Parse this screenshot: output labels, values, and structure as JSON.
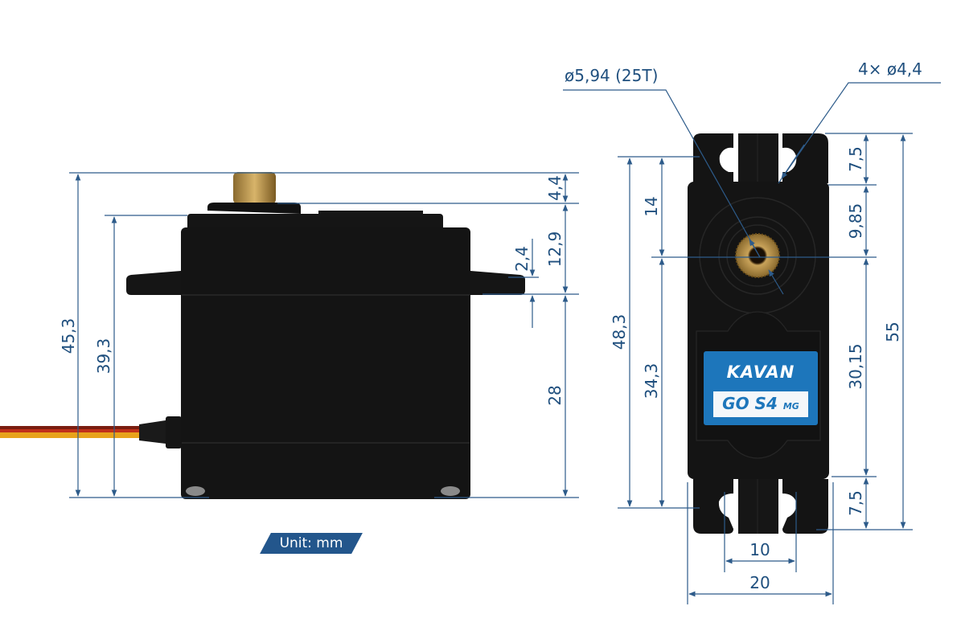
{
  "drawing": {
    "unit_label": "Unit: mm",
    "side_view": {
      "dimensions": {
        "overall_height": "45,3",
        "case_height": "39,3",
        "shaft_height": "4,4",
        "top_to_flange": "12,9",
        "flange_thickness": "2,4",
        "flange_to_bottom": "28"
      }
    },
    "top_view": {
      "callouts": {
        "spline": "ø5,94 (25T)",
        "mount_holes": "4× ø4,4"
      },
      "dimensions": {
        "left_total": "48,3",
        "left_upper": "14",
        "left_lower": "34,3",
        "right_top_tab": "7,5",
        "right_to_shaft": "9,85",
        "right_shaft_to_tab": "30,15",
        "right_bottom_tab": "7,5",
        "overall_length": "55",
        "hole_spacing": "10",
        "width": "20"
      },
      "label": {
        "brand": "KAVAN",
        "model": "GO S4",
        "model_suffix": "MG"
      }
    },
    "colors": {
      "dimension_line": "#2d5b8a",
      "dimension_text": "#1f4f7e",
      "label_blue": "#1d76bb",
      "unit_badge": "#23568c"
    }
  }
}
